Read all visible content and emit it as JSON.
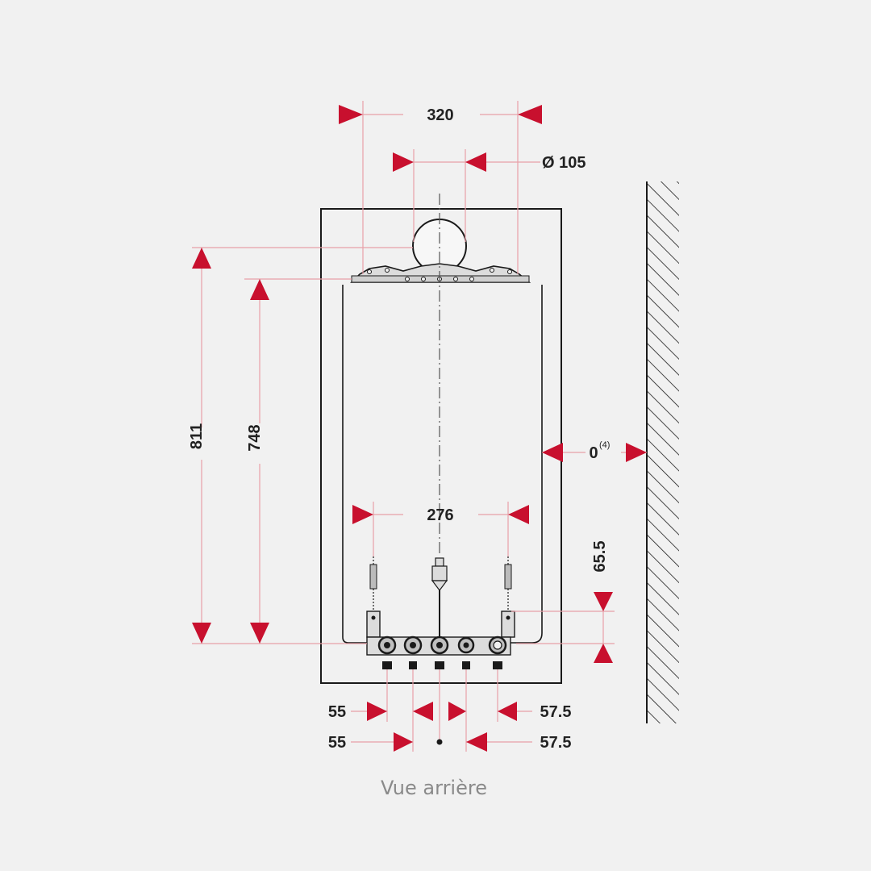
{
  "colors": {
    "background": "#f1f1f1",
    "outline": "#1a1a1a",
    "dimension": "#c8102e",
    "leader": "#e8a0a8",
    "text": "#222222",
    "caption": "#8a8a8a"
  },
  "dimensions": {
    "width_top": "320",
    "flue_diameter": "Ø 105",
    "height_total": "811",
    "height_bracket": "748",
    "wall_clearance": "0",
    "wall_clearance_note": "(4)",
    "bracket_spacing": "276",
    "connection_offset": "65.5",
    "left_upper": "55",
    "right_upper": "57.5",
    "left_lower": "55",
    "right_lower": "57.5"
  },
  "caption": "Vue arrière",
  "icons": {
    "wall": "hatched-wall-icon",
    "flue": "flue-outlet-icon",
    "bracket": "mounting-bracket-icon",
    "anchor": "wall-plug-icon",
    "valve": "connection-valve-icon"
  }
}
